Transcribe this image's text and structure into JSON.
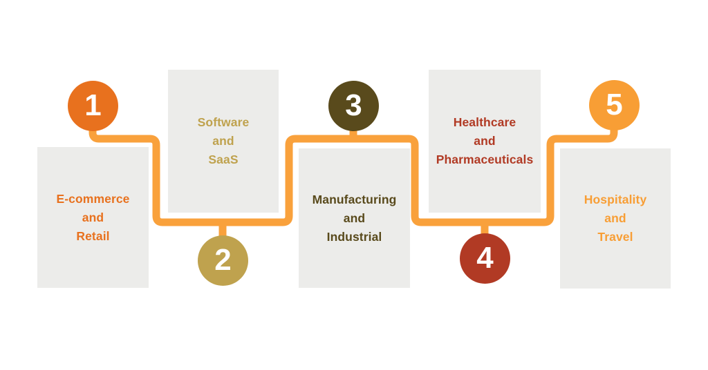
{
  "background_color": "#ffffff",
  "box_color": "#ECECEA",
  "connector": {
    "color": "#F9A13C",
    "thickness": 11
  },
  "steps": [
    {
      "number": "1",
      "label": "E-commerce\nand\nRetail",
      "color": "#E8711E",
      "circle_position": "top"
    },
    {
      "number": "2",
      "label": "Software\nand\nSaaS",
      "color": "#BFA24E",
      "circle_position": "bottom"
    },
    {
      "number": "3",
      "label": "Manufacturing\nand\nIndustrial",
      "color": "#594A1C",
      "circle_position": "top"
    },
    {
      "number": "4",
      "label": "Healthcare\nand\nPharmaceuticals",
      "color": "#B13A24",
      "circle_position": "bottom"
    },
    {
      "number": "5",
      "label": "Hospitality\nand\nTravel",
      "color": "#F89E35",
      "circle_position": "top"
    }
  ]
}
